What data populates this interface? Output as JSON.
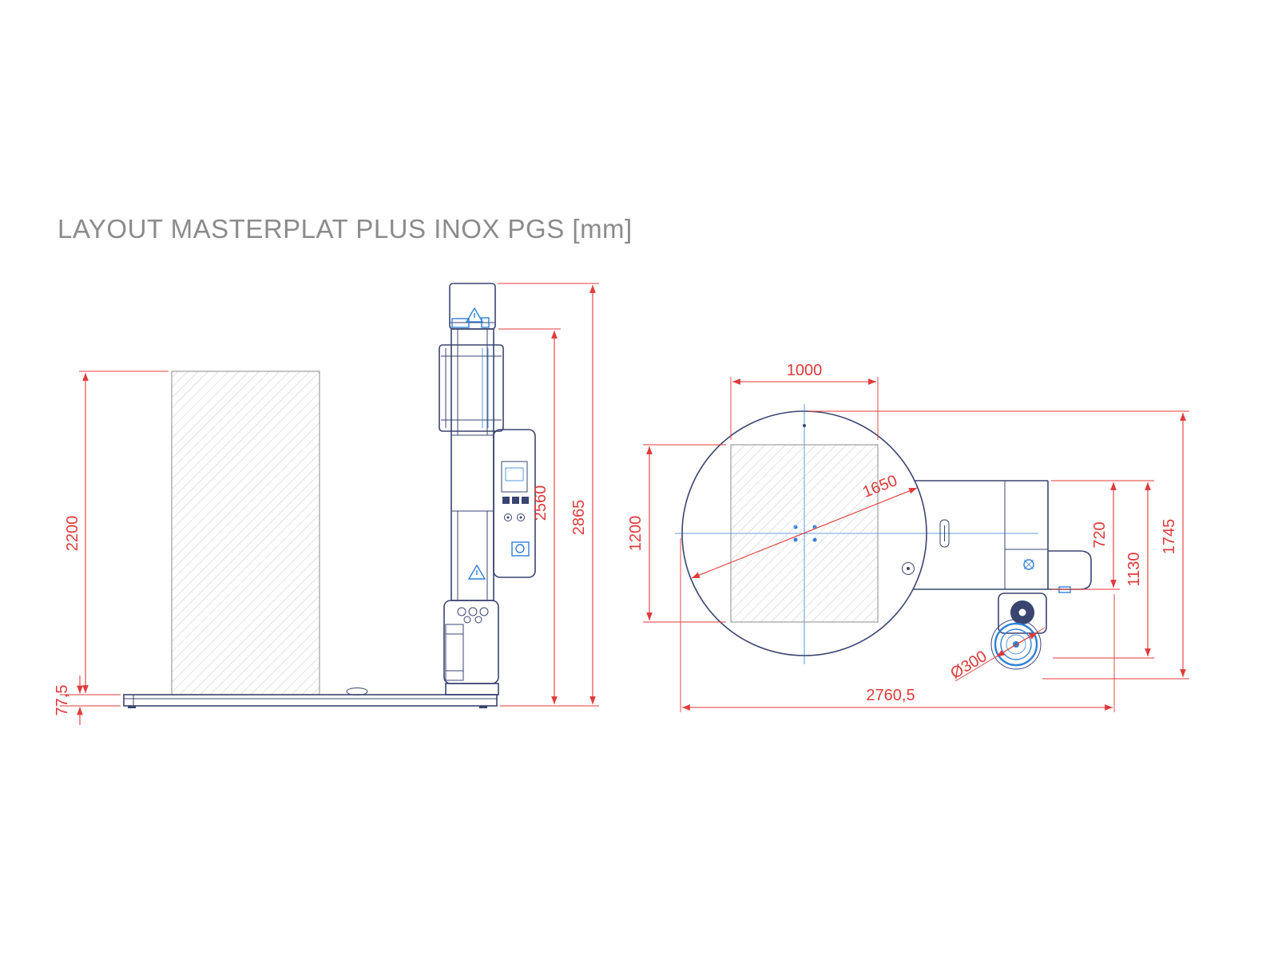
{
  "title": "LAYOUT MASTERPLAT PLUS INOX PGS [mm]",
  "colors": {
    "dimension": "#e03a3a",
    "drawing": "#3a4471",
    "accent": "#2f7fd6",
    "title": "#8b8b8b",
    "hatch_stroke": "#9e9e9e",
    "hatch_line": "#c9c9c9"
  },
  "side_view": {
    "dims": {
      "load_height": "2200",
      "base_height": "77,5",
      "column_height": "2560",
      "total_height": "2865"
    }
  },
  "top_view": {
    "dims": {
      "pallet_width": "1000",
      "pallet_depth": "1200",
      "turntable_diameter": "1650",
      "machine_width": "720",
      "machine_depth": "1130",
      "overall_depth": "1745",
      "wheel_diameter": "Ø300",
      "overall_length": "2760,5"
    }
  }
}
